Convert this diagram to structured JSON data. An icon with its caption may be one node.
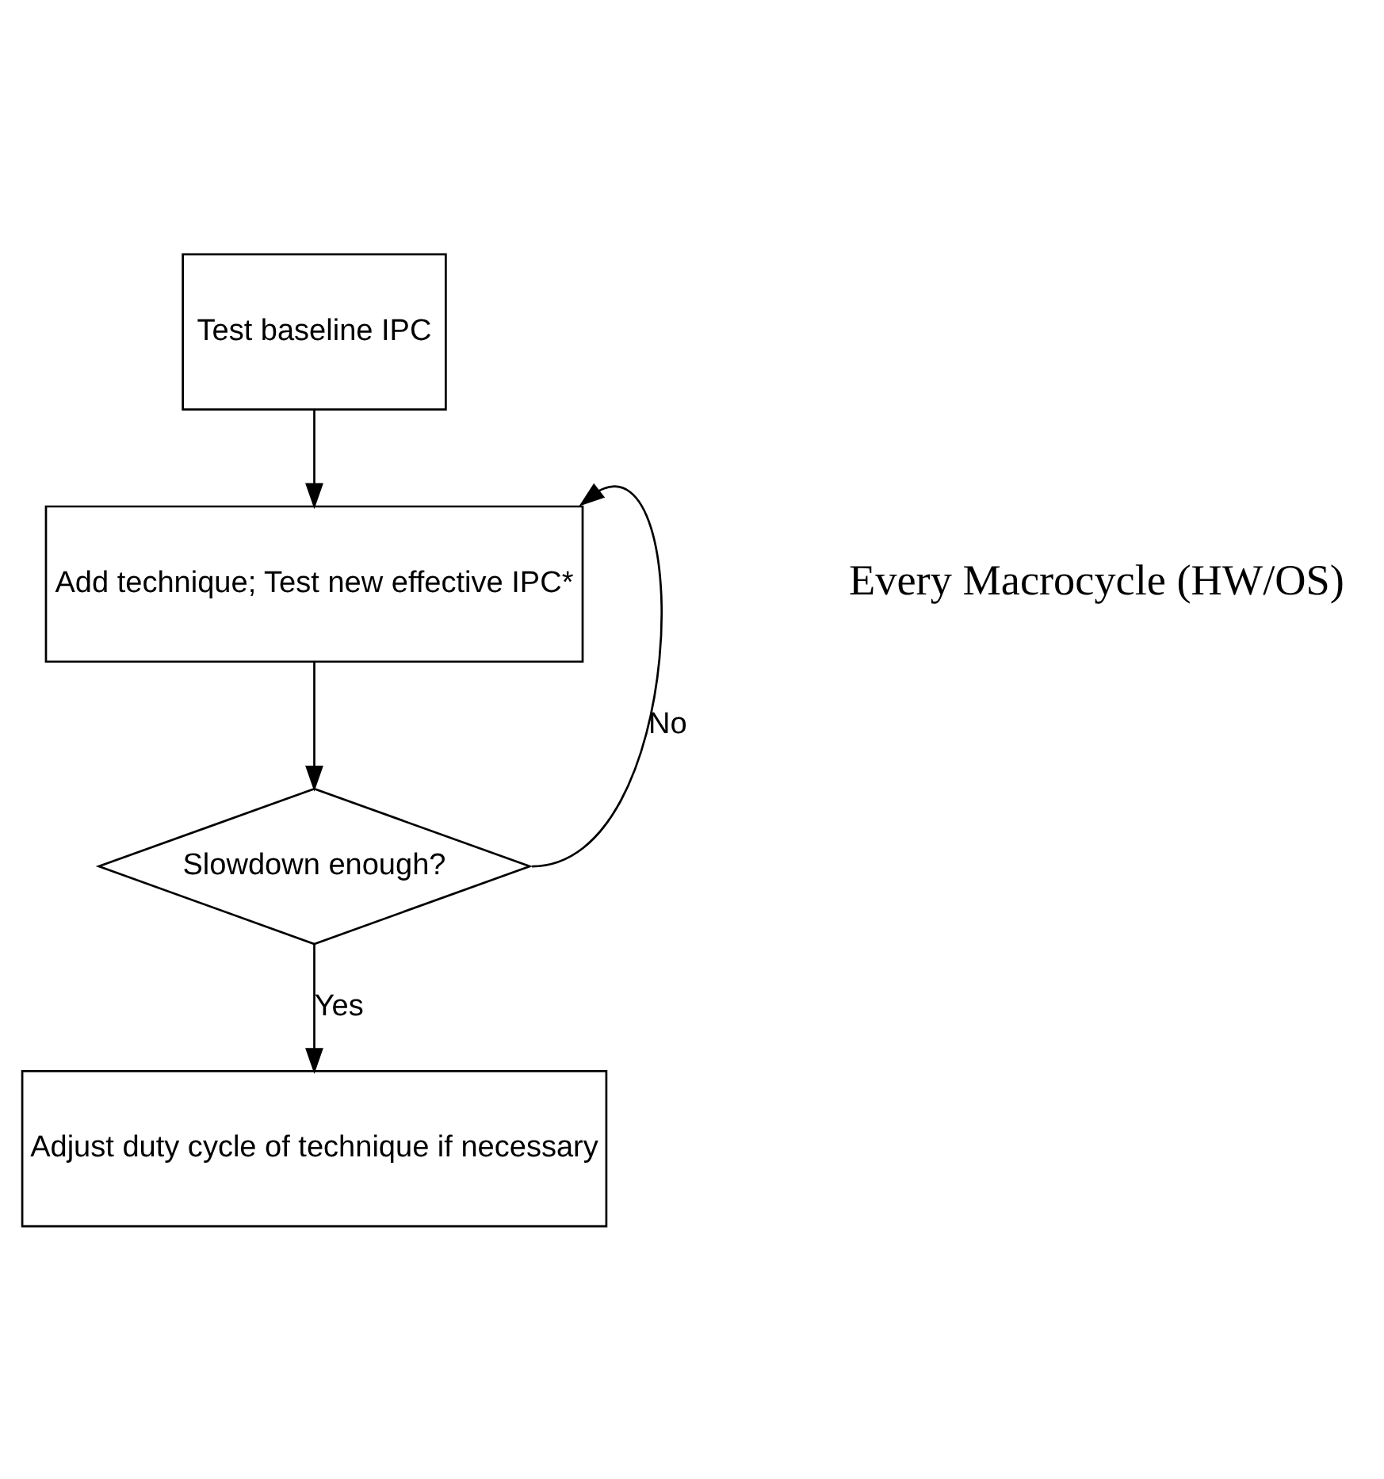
{
  "diagram": {
    "nodes": [
      {
        "text": [
          "Test baseline IPC"
        ]
      },
      {
        "text": [
          "Add technique; Test new effective IPC*"
        ]
      },
      {
        "text": [
          "Slowdown enough?"
        ]
      },
      {
        "text": [
          "Adjust duty cycle of technique if necessary"
        ]
      }
    ],
    "edges": [
      {
        "from": 0,
        "to": 1,
        "arrow": "to"
      },
      {
        "from": 1,
        "to": 2,
        "arrow": "to"
      },
      {
        "from": 2,
        "to": 1,
        "arrow": "to",
        "label": "No"
      },
      {
        "from": 2,
        "to": 3,
        "arrow": "to",
        "label": "Yes"
      }
    ],
    "labels": [
      "Every Macrocycle (HW/OS)"
    ]
  }
}
